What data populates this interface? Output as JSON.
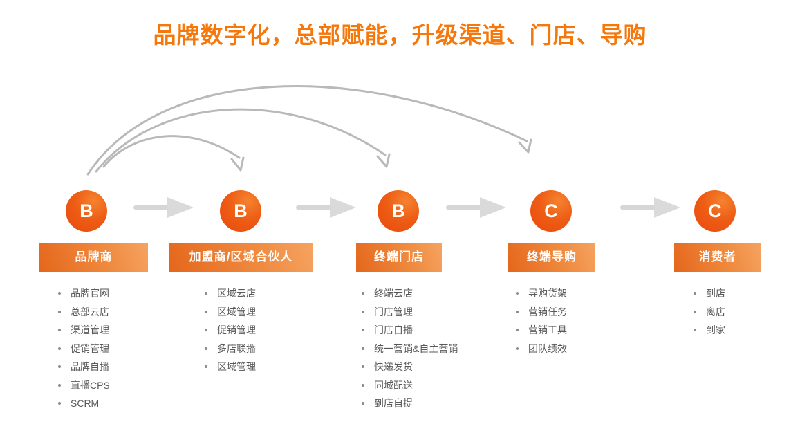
{
  "title": "品牌数字化，总部赋能，升级渠道、门店、导购",
  "columns": [
    {
      "id": "brand",
      "badge": "B",
      "label": "品牌商",
      "items": [
        "品牌官网",
        "总部云店",
        "渠道管理",
        "促销管理",
        "品牌自播",
        "直播CPS",
        "SCRM"
      ]
    },
    {
      "id": "partner",
      "badge": "B",
      "label": "加盟商/区域合伙人",
      "items": [
        "区域云店",
        "区域管理",
        "促销管理",
        "多店联播",
        "区域管理"
      ]
    },
    {
      "id": "store",
      "badge": "B",
      "label": "终端门店",
      "items": [
        "终端云店",
        "门店管理",
        "门店自播",
        "统一营销&自主营销",
        "快递发货",
        "同城配送",
        "到店自提"
      ]
    },
    {
      "id": "guide",
      "badge": "C",
      "label": "终端导购",
      "items": [
        "导购货架",
        "营销任务",
        "营销工具",
        "团队绩效"
      ]
    },
    {
      "id": "consumer",
      "badge": "C",
      "label": "消费者",
      "items": [
        "到店",
        "离店",
        "到家"
      ]
    }
  ],
  "colors": {
    "title_orange": "#f5780c",
    "circle_dark": "#e8490d",
    "circle_light": "#f5832f",
    "label_box_dark": "#e4671c",
    "label_box_light": "#f5a361",
    "flow_arrow_gray": "#d6d6d6",
    "curved_arrow_gray": "#b9b9b9",
    "list_text_gray": "#595959"
  }
}
